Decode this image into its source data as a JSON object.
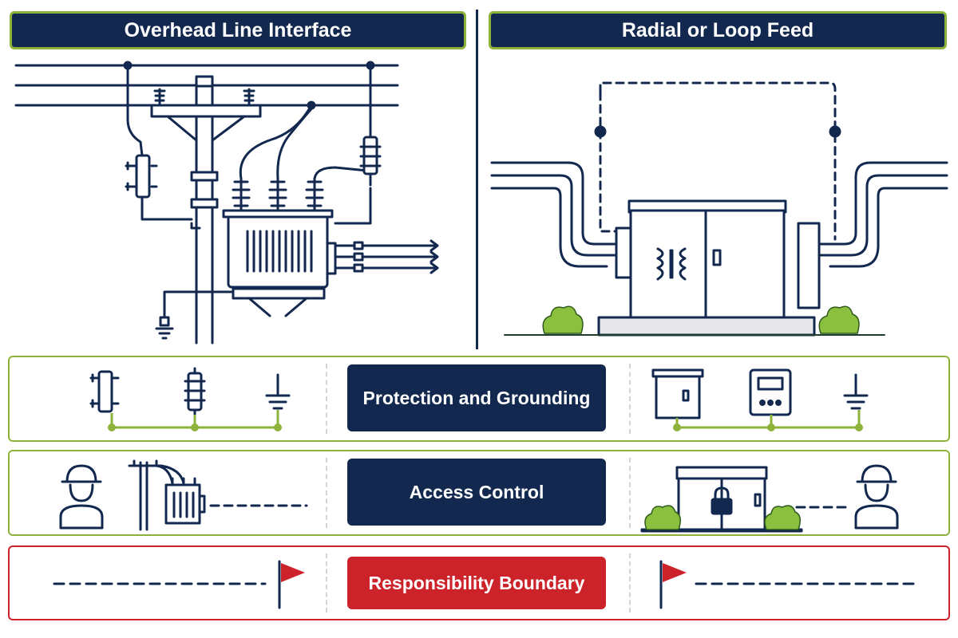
{
  "header_left": "Overhead Line Interface",
  "header_right": "Radial or Loop Feed",
  "rows": [
    {
      "label": "Protection and Grounding"
    },
    {
      "label": "Access Control"
    },
    {
      "label": "Responsibility Boundary"
    }
  ],
  "colors": {
    "navy": "#13284f",
    "green": "#8db33a",
    "red": "#cc2229",
    "shrub": "#8bbf3e"
  }
}
